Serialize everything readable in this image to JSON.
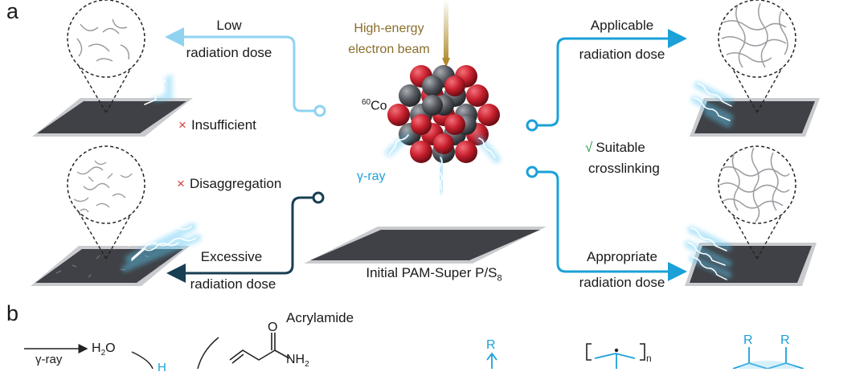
{
  "panels": {
    "a": "a",
    "b": "b"
  },
  "beam": {
    "line1": "High-energy",
    "line2": "electron beam"
  },
  "source": {
    "sup": "60",
    "name": "Co"
  },
  "gamma_ray": "γ-ray",
  "low": {
    "line1": "Low",
    "line2": "radiation dose"
  },
  "applicable": {
    "line1": "Applicable",
    "line2": "radiation dose"
  },
  "excessive": {
    "line1": "Excessive",
    "line2": "radiation dose"
  },
  "appropriate": {
    "line1": "Appropriate",
    "line2": "radiation dose"
  },
  "insufficient": {
    "mark": "×",
    "text": "Insufficient"
  },
  "disaggregation": {
    "mark": "×",
    "text": "Disaggregation"
  },
  "suitable": {
    "mark": "√",
    "line1": "Suitable",
    "line2": "crosslinking"
  },
  "initial": {
    "text": "Initial PAM-Super P/S",
    "sub": "8"
  },
  "section_b": {
    "acrylamide": "Acrylamide",
    "gamma_ray": "γ-ray",
    "water": "H",
    "water_sub": "2",
    "water_o": "O",
    "nh2": "NH",
    "nh2_sub": "2",
    "o": "O",
    "h": "H",
    "r": "R",
    "n": "n"
  },
  "colors": {
    "light_blue": "#8fd3f1",
    "blue": "#1ba0d8",
    "navy": "#173e52",
    "ball_red": "#c8202d",
    "ball_gray": "#575a60",
    "sheet_dark": "#3f4146",
    "sheet_light": "#c9cbcf"
  }
}
